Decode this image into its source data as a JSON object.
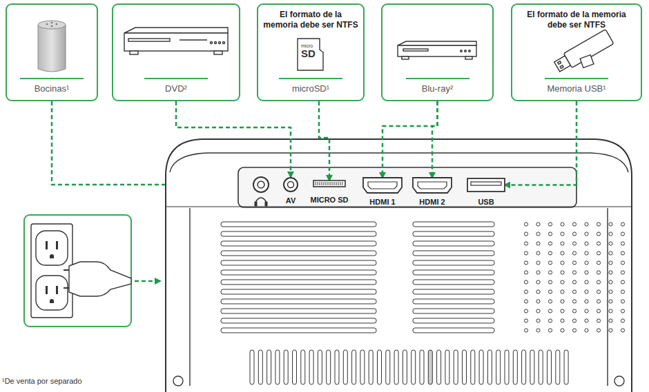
{
  "diagram": {
    "nodes": [
      {
        "text": [
          "Bocinas¹"
        ]
      },
      {
        "text": [
          "DVD²"
        ]
      },
      {
        "text": [
          "El formato de la memoria debe ser NTFS",
          "microSD¹"
        ]
      },
      {
        "text": [
          "Blu-ray²"
        ]
      },
      {
        "text": [
          "El formato de la memoria debe ser NTFS",
          "Memoria USB¹"
        ]
      },
      {
        "text": [
          "AV"
        ]
      },
      {
        "text": [
          "MICRO SD"
        ]
      },
      {
        "text": [
          "HDMI 1"
        ]
      },
      {
        "text": [
          "HDMI 2"
        ]
      },
      {
        "text": [
          "USB"
        ]
      }
    ],
    "edges": [
      {
        "from": 1,
        "to": 5,
        "arrow": "to"
      },
      {
        "from": 2,
        "to": 6,
        "arrow": "to"
      },
      {
        "from": 3,
        "to": 7,
        "arrow": "to"
      },
      {
        "from": 3,
        "to": 8,
        "arrow": "to"
      },
      {
        "from": 4,
        "to": 9,
        "arrow": "to"
      }
    ],
    "labels": [
      "micro",
      "SD",
      "¹De venta por separado"
    ]
  }
}
